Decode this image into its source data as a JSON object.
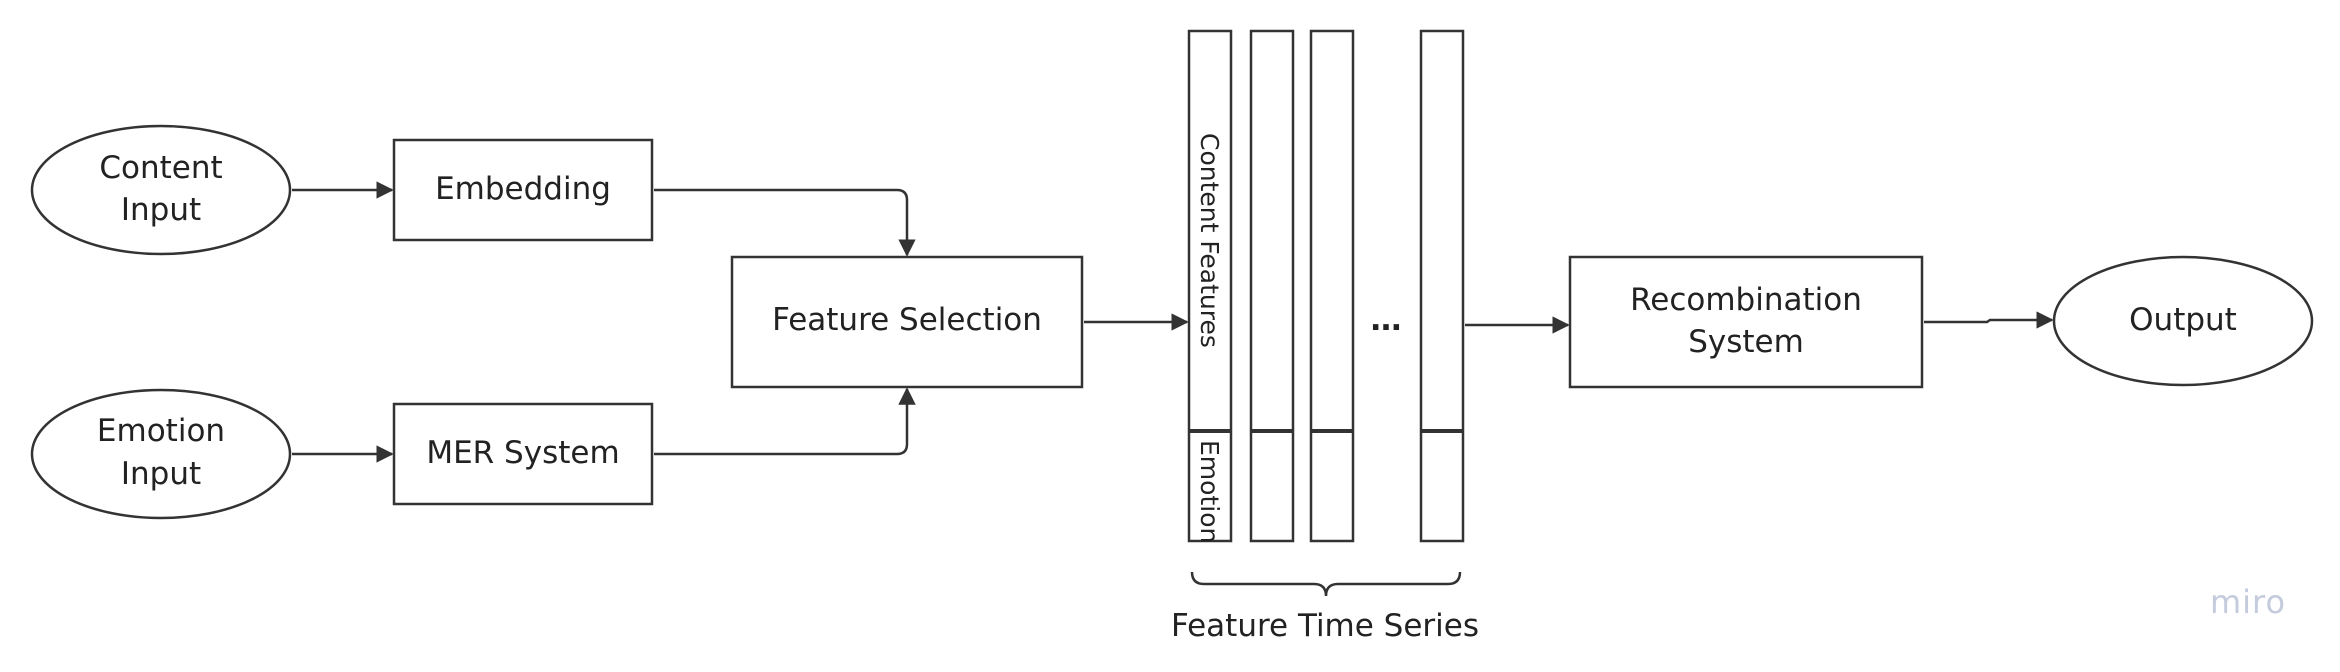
{
  "nodes": {
    "content_input": {
      "line1": "Content",
      "line2": "Input"
    },
    "emotion_input": {
      "line1": "Emotion",
      "line2": "Input"
    },
    "embedding": {
      "label": "Embedding"
    },
    "mer_system": {
      "label": "MER System"
    },
    "feature_selection": {
      "label": "Feature Selection"
    },
    "recombination": {
      "line1": "Recombination",
      "line2": "System"
    },
    "output": {
      "label": "Output"
    }
  },
  "time_series": {
    "content_label": "Content Features",
    "emotion_label": "Emotion",
    "ellipsis": "…",
    "caption": "Feature Time Series"
  },
  "branding": {
    "watermark": "miro"
  },
  "colors": {
    "stroke": "#333333",
    "text": "#222222",
    "watermark": "#c4cbdc"
  }
}
